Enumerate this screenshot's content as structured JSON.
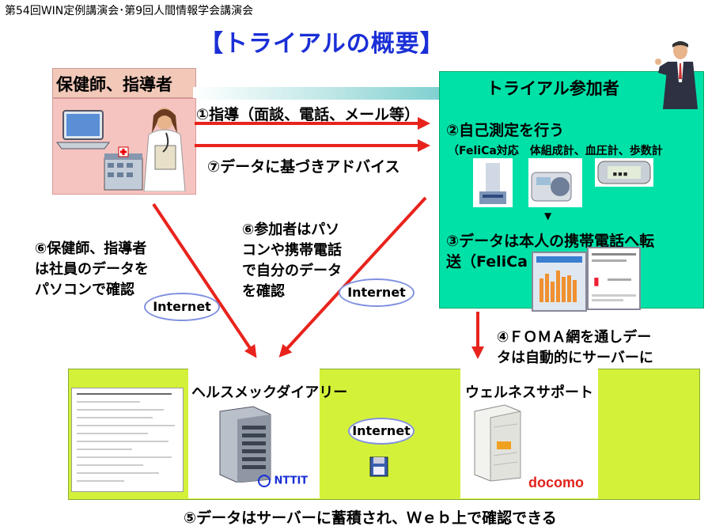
{
  "header": {
    "conference": "第54回WIN定例講演会･第9回人間情報学会講演会",
    "title": "【トライアルの概要】"
  },
  "left_group": {
    "label": "保健師、指導者"
  },
  "right_group": {
    "label": "トライアル参加者"
  },
  "steps": {
    "s1": "①指導（面談、電話、メール等）",
    "s7": "⑦データに基づきアドバイス",
    "s2": "②自己測定を行う",
    "s2_detail": "（FeliCa対応　体組成計、血圧計、歩数計",
    "s3_line1": "③データは本人の携帯電話へ転",
    "s3_line2": "送（FeliCa",
    "s4_line1": "④ＦＯＭＡ網を通しデー",
    "s4_line2": "タは自動的にサーバーに",
    "s5": "⑤データはサーバーに蓄積され、Ｗｅｂ上で確認できる",
    "s6_line1": "⑥参加者はパソ",
    "s6_line2": "コンや携帯電話",
    "s6_line3": "で自分のデータ",
    "s6_line4": "を確認",
    "s6b_line1": "⑥保健師、指導者",
    "s6b_line2": "は社員のデータを",
    "s6b_line3": "パソコンで確認"
  },
  "clouds": {
    "left": "Internet",
    "middle": "Internet",
    "bottom": "Internet"
  },
  "servers": {
    "left_label": "ヘルスメックダイアリー",
    "left_brand": "NTTIT",
    "right_label": "ウェルネスサポート",
    "right_brand": "docomo"
  },
  "colors": {
    "title": "#1a2fd6",
    "arrow": "#e8231c",
    "green_panel": "#00e1a8",
    "lime_panel": "#d4f13a",
    "pink_panel": "#f6c4c0"
  }
}
